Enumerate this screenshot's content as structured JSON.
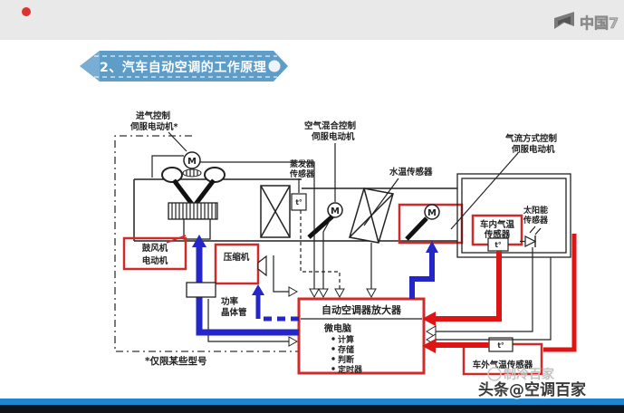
{
  "page": {
    "bg_color": "#e9e9e9",
    "record_dot_color": "#e03131",
    "logo_text": "中国7",
    "watermark_main": "头条@空调百家",
    "watermark_ghost": "制冷百家",
    "footer_blue": "#1e86cf",
    "footer_dark": "#0f141a"
  },
  "banner": {
    "title": "2、汽车自动空调的工作原理",
    "color": "#5e9dc8"
  },
  "diagram": {
    "labels": {
      "intake_servo_l1": "进气控制",
      "intake_servo_l2": "伺服电动机*",
      "airmix_servo_l1": "空气混合控制",
      "airmix_servo_l2": "伺服电动机",
      "mode_servo_l1": "气流方式控制",
      "mode_servo_l2": "伺服电动机",
      "evap_sensor_l1": "蒸发器",
      "evap_sensor_l2": "传感器",
      "water_temp_sensor": "水温传感器",
      "solar_sensor_l1": "太阳能",
      "solar_sensor_l2": "传感器",
      "cabin_temp_l1": "车内气温",
      "cabin_temp_l2": "传感器",
      "outside_temp": "车外气温传感器",
      "blower_l1": "鼓风机",
      "blower_l2": "电动机",
      "compressor": "压缩机",
      "transistor_l1": "功率",
      "transistor_l2": "晶体管",
      "amplifier_title": "自动空调器放大器",
      "mcu": "微电脑",
      "mcu_item1": "计算",
      "mcu_item2": "存储",
      "mcu_item3": "判断",
      "mcu_item4": "定时器",
      "note": "*仅限某些型号",
      "motor": "M",
      "temp_probe": "t°"
    },
    "colors": {
      "highlight_red": "#cf2b2b",
      "wire_blue": "#2426c8",
      "wire_red": "#dd1515"
    }
  }
}
